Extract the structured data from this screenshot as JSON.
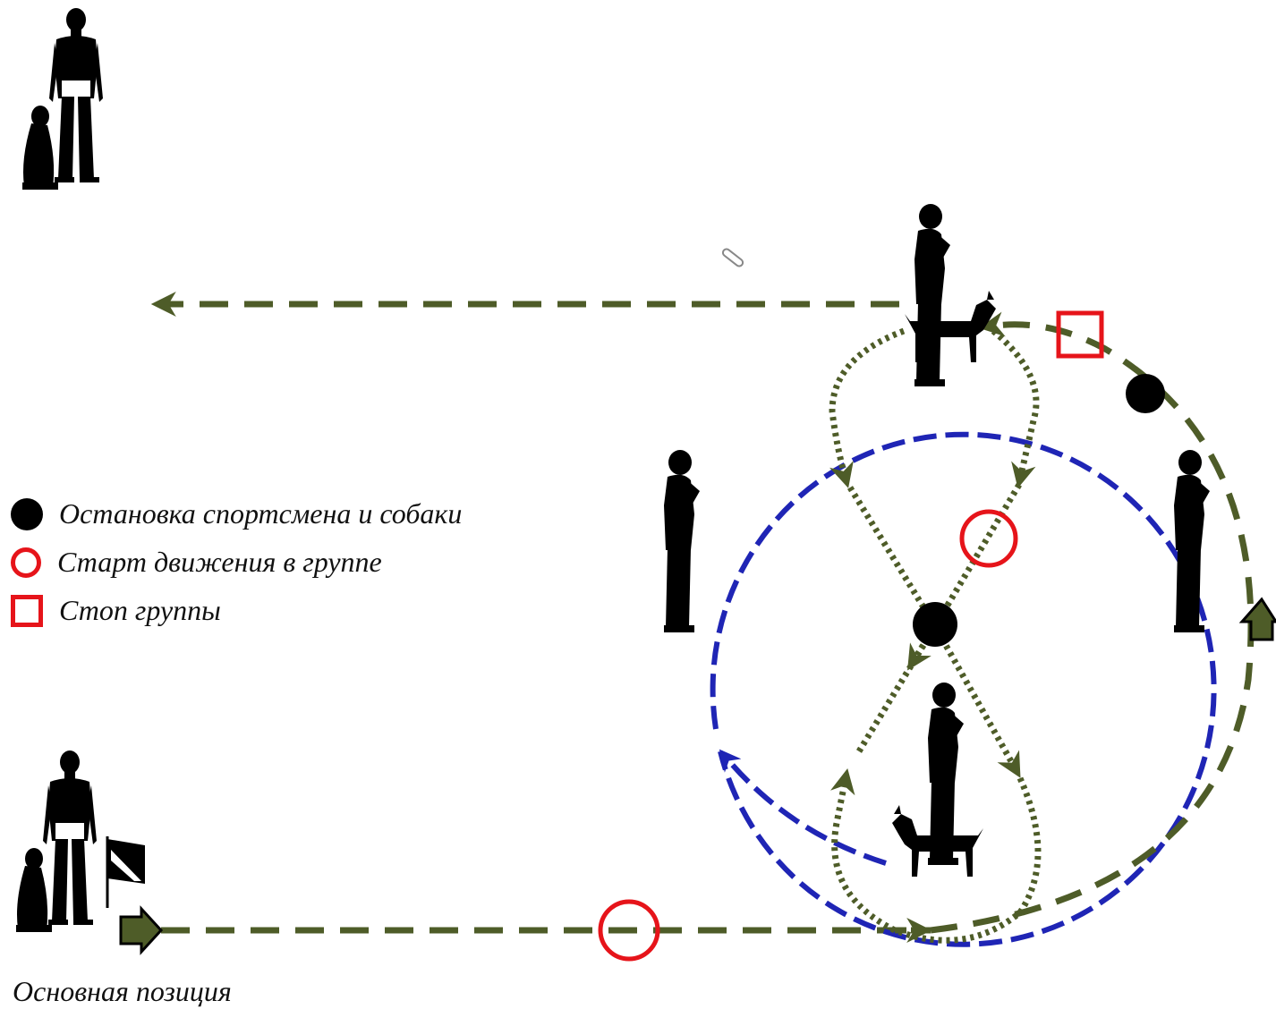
{
  "legend": {
    "stop_athlete_dog": "Остановка спортсмена и собаки",
    "start_group_movement": "Старт движения в группе",
    "stop_group": "Стоп группы"
  },
  "caption": "Основная позиция",
  "icons": {
    "stop": "filled-black-circle-icon",
    "start": "red-ring-icon",
    "group_stop": "red-square-icon",
    "person": "person-silhouette-icon",
    "dog": "dog-silhouette-icon",
    "flag": "start-flag-icon"
  },
  "colors": {
    "path_green": "#4e5c28",
    "circle_blue": "#1f25b5",
    "marker_red": "#e6141a",
    "silhouette": "#000000"
  }
}
